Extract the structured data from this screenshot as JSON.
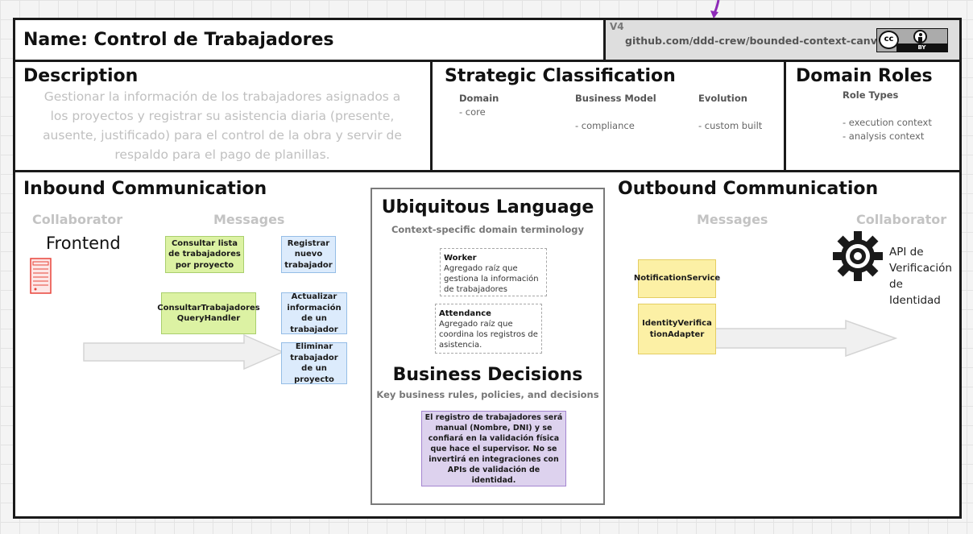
{
  "header": {
    "name": "Name: Control de Trabajadores",
    "version": "V4",
    "link": "github.com/ddd-crew/bounded-context-canvas",
    "license": {
      "cc": "cc",
      "by": "BY"
    }
  },
  "description": {
    "title": "Description",
    "text": "Gestionar la información de los trabajadores asignados a los proyectos y registrar su asistencia diaria (presente, ausente, justificado) para el control de la obra y servir de respaldo para el pago de planillas."
  },
  "strategic": {
    "title": "Strategic Classification",
    "domain_label": "Domain",
    "domain_value": "- core",
    "business_label": "Business Model",
    "business_value": "- compliance",
    "evolution_label": "Evolution",
    "evolution_value": "- custom built"
  },
  "roles": {
    "title": "Domain Roles",
    "subtitle": "Role Types",
    "items": [
      "- execution context",
      "- analysis context"
    ]
  },
  "inbound": {
    "title": "Inbound Communication",
    "collaborator_label": "Collaborator",
    "messages_label": "Messages",
    "collaborator": "Frontend",
    "collaborator_icon": "server-icon",
    "messages": [
      {
        "text": "Consultar lista de trabajadores por proyecto",
        "color": "green"
      },
      {
        "text": "ConsultarTrabajadores QueryHandler",
        "color": "green"
      },
      {
        "text": "Registrar nuevo trabajador",
        "color": "blue"
      },
      {
        "text": "Actualizar información de un trabajador",
        "color": "blue"
      },
      {
        "text": "Eliminar trabajador de un proyecto",
        "color": "blue"
      }
    ]
  },
  "ubiquitous": {
    "title": "Ubiquitous Language",
    "subtitle": "Context-specific domain terminology",
    "terms": [
      {
        "name": "Worker",
        "desc": "Agregado raíz que gestiona la información de trabajadores"
      },
      {
        "name": "Attendance",
        "desc": "Agregado raíz que coordina los registros de asistencia."
      }
    ]
  },
  "decisions": {
    "title": "Business Decisions",
    "subtitle": "Key business rules, policies, and decisions",
    "items": [
      "El registro de trabajadores será manual (Nombre, DNI) y se confiará en la validación física que hace el supervisor. No se invertirá en integraciones con APIs de validación de identidad."
    ]
  },
  "outbound": {
    "title": "Outbound Communication",
    "messages_label": "Messages",
    "collaborator_label": "Collaborator",
    "messages": [
      {
        "text": "NotificationService",
        "color": "yellow"
      },
      {
        "text": "IdentityVerificationAdapter",
        "color": "yellow"
      }
    ],
    "collaborator": "API de Verificación de Identidad",
    "collaborator_icon": "gear-icon"
  },
  "colors": {
    "green": "#dcf2a3",
    "blue": "#dcebfc",
    "yellow": "#fcf0a5",
    "purple": "#ddd2ee",
    "connector": "#8e2ab8"
  }
}
